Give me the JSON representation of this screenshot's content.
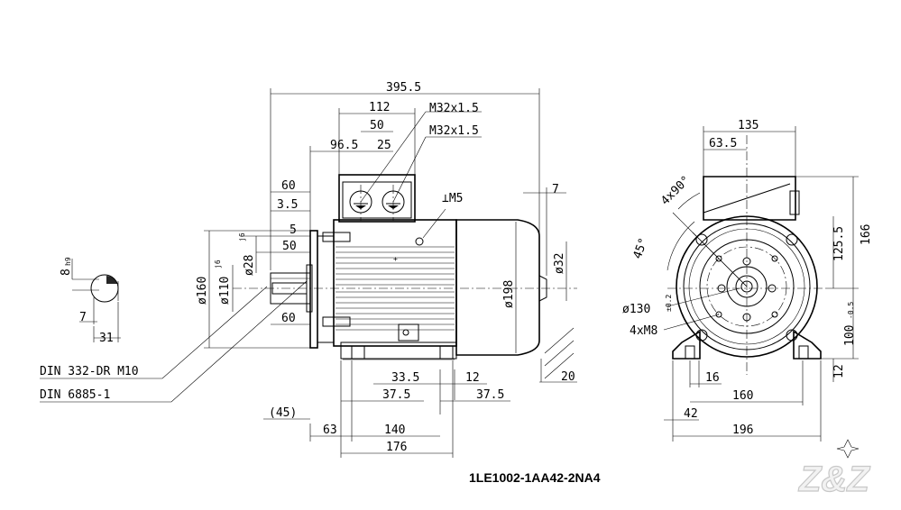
{
  "title": "1LE1002-1AA42-2NA4",
  "watermark": "Z&Z",
  "shaft_section": {
    "key_width": "8",
    "key_width_tol": "h9",
    "key_depth": "7",
    "height": "31"
  },
  "notes": {
    "din_center": "DIN 332-DR M10",
    "din_key": "DIN 6885-1"
  },
  "side_view": {
    "total_length": "395.5",
    "terminal_box": "112",
    "cable_gland_1": "M32x1.5",
    "cable_gland_2": "M32x1.5",
    "gland_spacing": "50",
    "box_offset": "96.5",
    "gland_pitch": "25",
    "earth": "⊥M5",
    "shaft_length": "60",
    "shoulder": "3.5",
    "key_offset": "5",
    "key_length": "50",
    "shaft_dia": "ø28",
    "shaft_dia_tol": "j6",
    "spigot_dia": "ø110",
    "spigot_dia_tol": "j6",
    "flange_dia": "ø160",
    "shaft_length_lower": "60",
    "fan_cover_gap": "7",
    "fan_cover_dia": "ø32",
    "frame_dia": "ø198",
    "base_height": "20",
    "foot_offset": "33.5",
    "foot_thickness": "12",
    "hole_left": "37.5",
    "hole_right": "37.5",
    "flange_ref": "(45)",
    "shaft_to_foot": "63",
    "foot_distance": "140",
    "foot_overall": "176"
  },
  "end_view": {
    "overall_width": "135",
    "box_center": "63.5",
    "angle_bolts": "4x90°",
    "angle_offset": "45°",
    "height_box": "166",
    "height_center": "125.5",
    "pitch_circle": "ø130",
    "pitch_circle_tol": "±0.2",
    "tapped_holes": "4xM8",
    "shaft_height": "100",
    "shaft_height_tol": "-0.5",
    "foot_thickness": "12",
    "foot_hole": "16",
    "foot_spacing": "160",
    "foot_edge": "42",
    "foot_width": "196"
  }
}
